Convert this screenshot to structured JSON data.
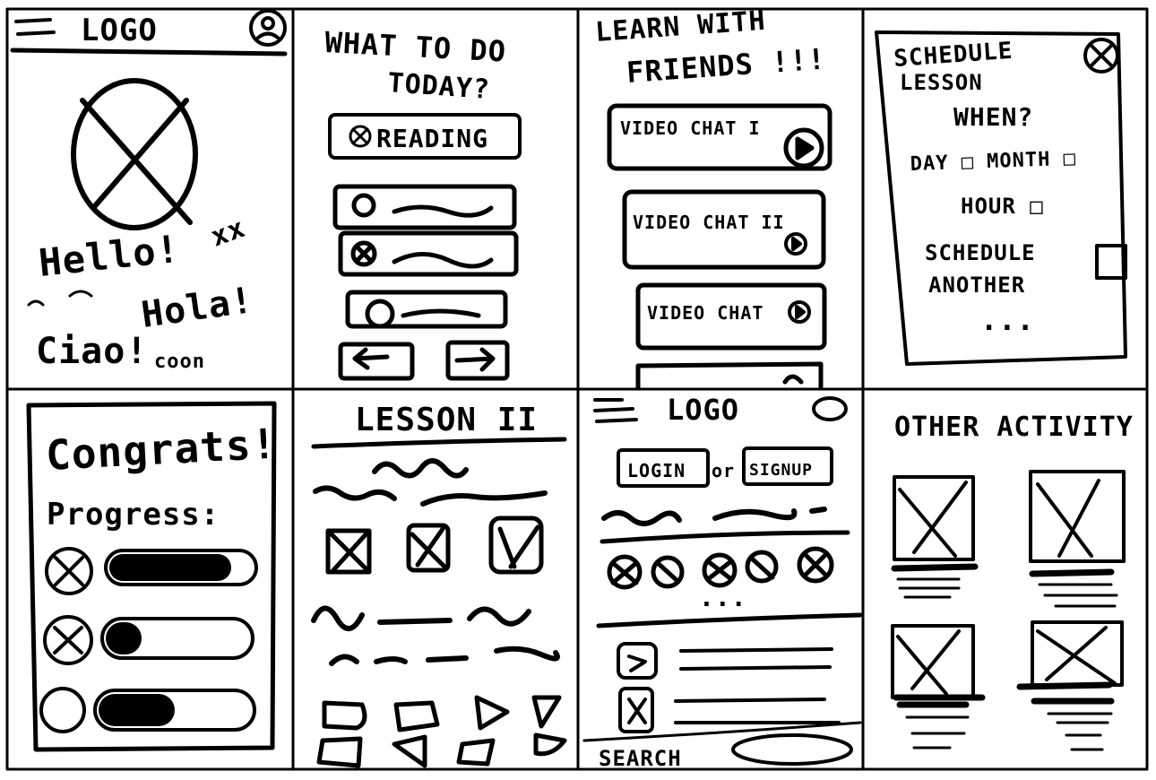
{
  "panels": [
    {
      "id": "welcome",
      "logo": "LOGO",
      "greetings": [
        "Hello!",
        "Hola!",
        "Ciao!"
      ],
      "extras": [
        "xx",
        "coon"
      ]
    },
    {
      "id": "what-to-do",
      "title_lines": [
        "WHAT TO DO",
        "TODAY?"
      ],
      "first_option": "READING"
    },
    {
      "id": "learn-with-friends",
      "title_lines": [
        "LEARN WITH",
        "FRIENDS !!!"
      ],
      "videochats": [
        "VIDEO CHAT I",
        "VIDEO CHAT II",
        "VIDEO CHAT"
      ]
    },
    {
      "id": "schedule",
      "title_lines": [
        "SCHEDULE",
        "LESSON"
      ],
      "when": "WHEN?",
      "day_month": "DAY □ MONTH □",
      "hour": "HOUR □",
      "schedule_another_lines": [
        "SCHEDULE",
        "ANOTHER"
      ],
      "ellipsis": "..."
    },
    {
      "id": "progress",
      "title": "Congrats!",
      "progress_label": "Progress:",
      "progress_values": [
        0.85,
        0.25,
        0.5
      ]
    },
    {
      "id": "lesson",
      "title": "LESSON II"
    },
    {
      "id": "home",
      "logo": "LOGO",
      "login": "LOGIN",
      "or": "or",
      "signup": "SIGNUP",
      "ellipsis": "...",
      "search": "SEARCH"
    },
    {
      "id": "other",
      "title": "OTHER ACTIVITY"
    }
  ]
}
